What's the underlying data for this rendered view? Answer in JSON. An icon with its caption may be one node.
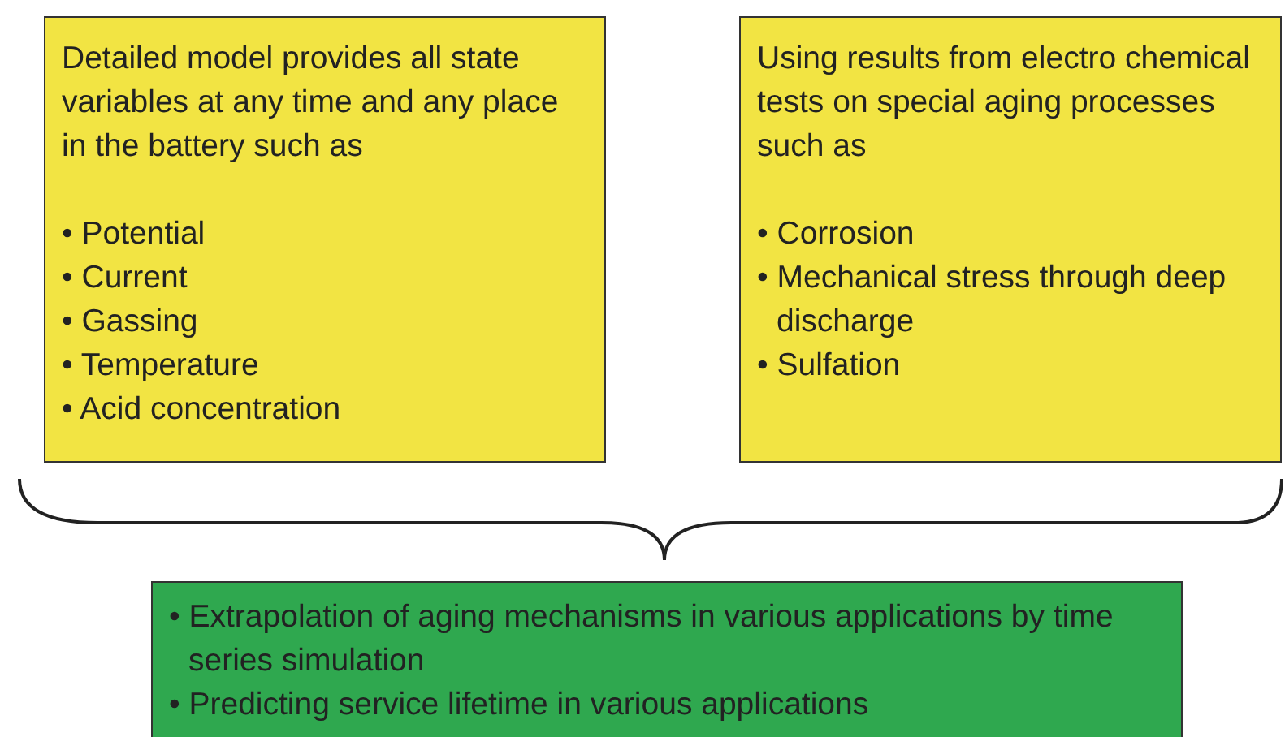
{
  "diagram": {
    "nodes": [
      {
        "text": [
          "Detailed model provides all state variables at any time and any place in the battery such as",
          "• Potential",
          "• Current",
          "• Gassing",
          "• Temperature",
          "• Acid concentration"
        ]
      },
      {
        "text": [
          "Using results from electro chemical tests on special aging processes such as",
          "• Corrosion",
          "• Mechanical stress through deep discharge",
          "• Sulfation"
        ]
      },
      {
        "text": [
          "• Extrapolation of aging mechanisms in various applications by time series simulation",
          "• Predicting service lifetime in various applications"
        ]
      }
    ]
  }
}
